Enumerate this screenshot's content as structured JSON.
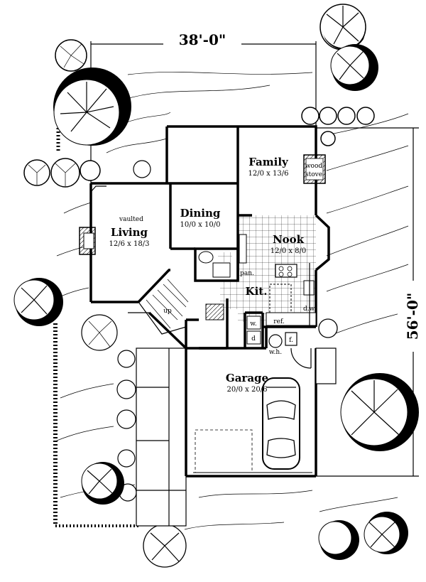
{
  "dimensions": {
    "width": "38'-0\"",
    "depth": "56'-0\""
  },
  "rooms": {
    "family": {
      "name": "Family",
      "size": "12/0 x 13/6"
    },
    "dining": {
      "name": "Dining",
      "size": "10/0 x 10/0"
    },
    "living": {
      "name": "Living",
      "size": "12/6 x 18/3",
      "note": "vaulted"
    },
    "nook": {
      "name": "Nook",
      "size": "12/0 x 8/0"
    },
    "kitchen": {
      "name": "Kit."
    },
    "garage": {
      "name": "Garage",
      "size": "20/0 x 20/6"
    }
  },
  "fixtures": {
    "wood_stove_1": "wood",
    "wood_stove_2": "stove",
    "pantry": "pan.",
    "refrigerator": "ref.",
    "dishwasher": "d.w.",
    "washer": "w.",
    "dryer": "d",
    "water_heater": "w.h.",
    "furnace": "f.",
    "stair": "up"
  }
}
